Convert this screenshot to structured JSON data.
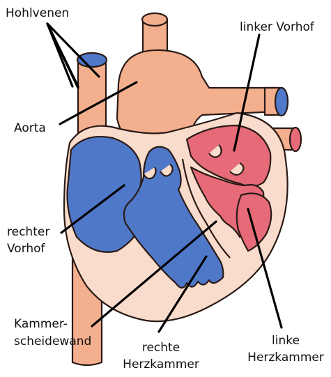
{
  "labels": {
    "hohlvenen": "Hohlvenen",
    "linker_vorhof": "linker Vorhof",
    "aorta": "Aorta",
    "rechter_vorhof_line1": "rechter",
    "rechter_vorhof_line2": "Vorhof",
    "kammerscheidewand_line1": "Kammer-",
    "kammerscheidewand_line2": "scheidewand",
    "rechte_herzkammer_line1": "rechte",
    "rechte_herzkammer_line2": "Herzkammer",
    "linke_herzkammer_line1": "linke",
    "linke_herzkammer_line2": "Herzkammer"
  },
  "colors": {
    "vessel_skin": "#f4b08e",
    "heart_wall": "#f9dccb",
    "oxygen_poor_blood": "#4f78c9",
    "oxygen_rich_blood": "#e66a77",
    "outline": "#2a1a16",
    "leader_line": "#000000"
  }
}
